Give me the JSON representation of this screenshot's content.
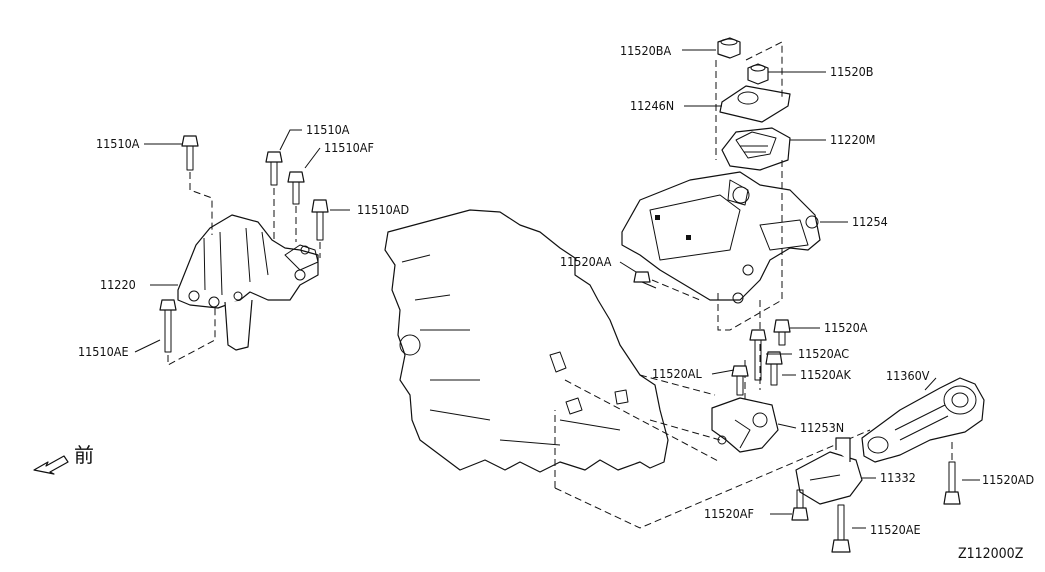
{
  "labels": {
    "p11510A_left": "11510A",
    "p11510A_top": "11510A",
    "p11510AF": "11510AF",
    "p11510AD": "11510AD",
    "p11220": "11220",
    "p11510AE": "11510AE",
    "p11520BA": "11520BA",
    "p11520B": "11520B",
    "p11246N": "11246N",
    "p11220M": "11220M",
    "p11254": "11254",
    "p11520AA": "11520AA",
    "p11520A": "11520A",
    "p11520AC": "11520AC",
    "p11520AL": "11520AL",
    "p11520AK": "11520AK",
    "p11360V": "11360V",
    "p11253N": "11253N",
    "p11332": "11332",
    "p11520AD": "11520AD",
    "p11520AF": "11520AF",
    "p11520AE_partial": "11520AE"
  },
  "front_glyph": "前",
  "diagram_code": "Z112000Z"
}
